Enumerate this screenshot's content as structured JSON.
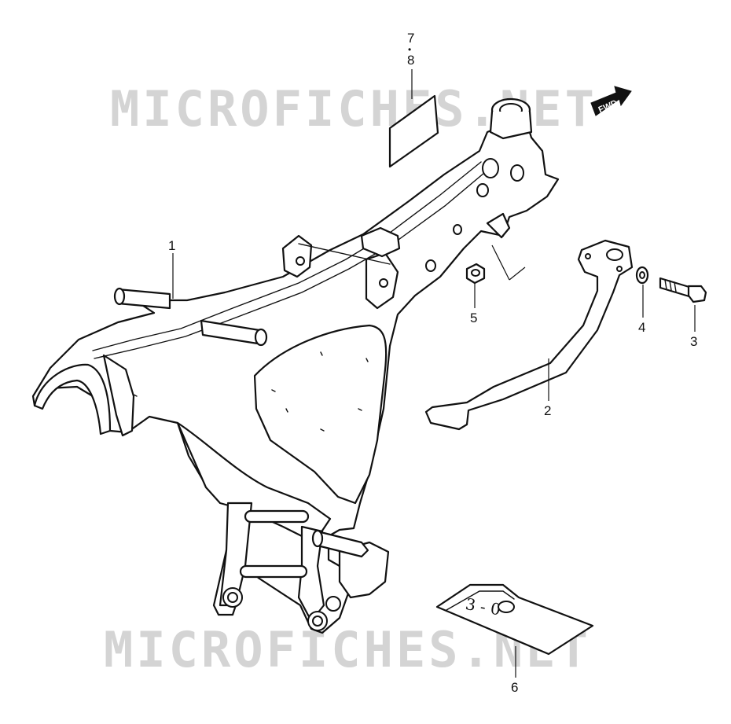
{
  "watermark": {
    "top": "MICROFICHES.NET",
    "bottom": "MICROFICHES.NET"
  },
  "fwd_arrow": {
    "label": "FWD"
  },
  "callouts": {
    "part_1": "1",
    "part_2": "2",
    "part_3": "3",
    "part_4": "4",
    "part_5": "5",
    "part_6": "6",
    "part_7": "7",
    "part_7_8_separator": "•",
    "part_8": "8"
  },
  "plate_marking": "3 - 0",
  "parts": [
    {
      "ref": "1",
      "icon": "frame-body"
    },
    {
      "ref": "2",
      "icon": "side-stand"
    },
    {
      "ref": "3",
      "icon": "bolt"
    },
    {
      "ref": "4",
      "icon": "washer"
    },
    {
      "ref": "5",
      "icon": "nut"
    },
    {
      "ref": "6",
      "icon": "plate"
    },
    {
      "ref": "7",
      "icon": "label"
    },
    {
      "ref": "8",
      "icon": "label"
    }
  ]
}
